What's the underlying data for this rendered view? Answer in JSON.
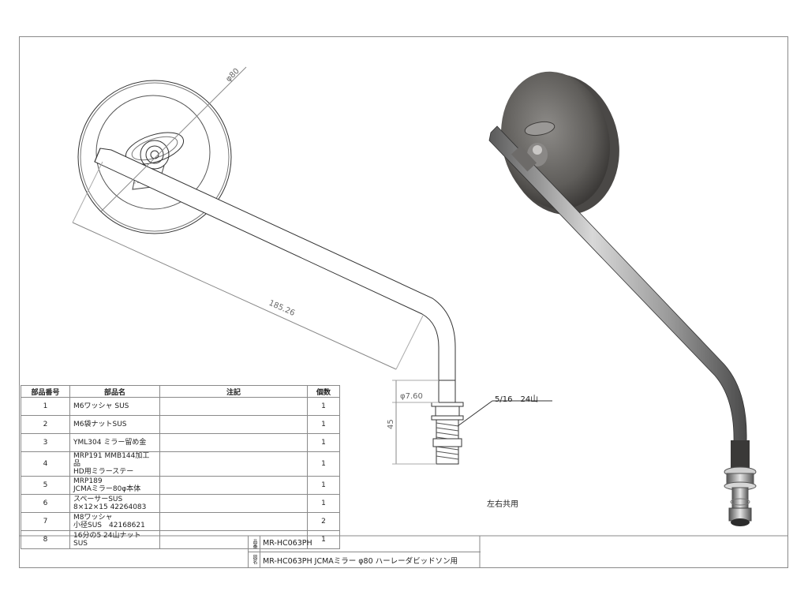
{
  "drawing": {
    "dims": {
      "diameter": "φ80",
      "arm_length": "185.26",
      "spacer_dia": "φ7.60",
      "height": "45"
    },
    "thread_label": "5/16　24山",
    "note_common": "左右共用"
  },
  "parts_table": {
    "headers": [
      "部品番号",
      "部品名",
      "注記",
      "個数"
    ],
    "rows": [
      {
        "no": "1",
        "name": [
          "M6ワッシャ SUS"
        ],
        "note": "",
        "qty": "1"
      },
      {
        "no": "2",
        "name": [
          "M6袋ナットSUS"
        ],
        "note": "",
        "qty": "1"
      },
      {
        "no": "3",
        "name": [
          "YML304 ミラー留め金"
        ],
        "note": "",
        "qty": "1"
      },
      {
        "no": "4",
        "name": [
          "MRP191 MMB144加工品",
          "HD用ミラーステー"
        ],
        "note": "",
        "qty": "1"
      },
      {
        "no": "5",
        "name": [
          "MRP189",
          "JCMAミラー80φ本体"
        ],
        "note": "",
        "qty": "1"
      },
      {
        "no": "6",
        "name": [
          "スペーサーSUS",
          "8×12×15 42264083"
        ],
        "note": "",
        "qty": "1"
      },
      {
        "no": "7",
        "name": [
          "M8ワッシャ",
          "小径SUS　42168621"
        ],
        "note": "",
        "qty": "2"
      },
      {
        "no": "8",
        "name": [
          "16分の5 24山ナット SUS"
        ],
        "note": "",
        "qty": "1"
      }
    ]
  },
  "title_block": {
    "part_no_tag": "品番",
    "part_no": "MR-HC063PH",
    "name_tag": "図名",
    "name": "MR-HC063PH JCMAミラー φ80 ハーレーダビッドソン用"
  }
}
